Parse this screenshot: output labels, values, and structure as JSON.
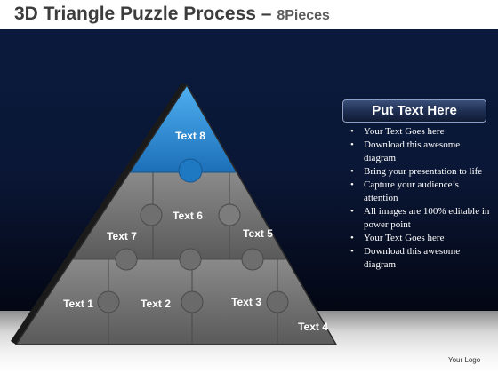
{
  "title": {
    "main": "3D Triangle Puzzle Process –",
    "sub": "8Pieces"
  },
  "colors": {
    "background": "#0b1a3c",
    "piece_gray": "#6f6f6f",
    "piece_blue": "#2b8bd6",
    "text": "#ffffff"
  },
  "pieces": [
    {
      "label": "Text 1"
    },
    {
      "label": "Text 2"
    },
    {
      "label": "Text 3"
    },
    {
      "label": "Text 4"
    },
    {
      "label": "Text 5"
    },
    {
      "label": "Text 6"
    },
    {
      "label": "Text 7"
    },
    {
      "label": "Text 8"
    }
  ],
  "panel": {
    "title": "Put Text Here",
    "bullets": [
      "Your Text Goes here",
      "Download this awesome diagram",
      "Bring your presentation to life",
      "Capture your audience’s attention",
      "All images are 100% editable in power point",
      "Your Text Goes here",
      "Download this awesome diagram"
    ]
  },
  "logo": "Your Logo"
}
